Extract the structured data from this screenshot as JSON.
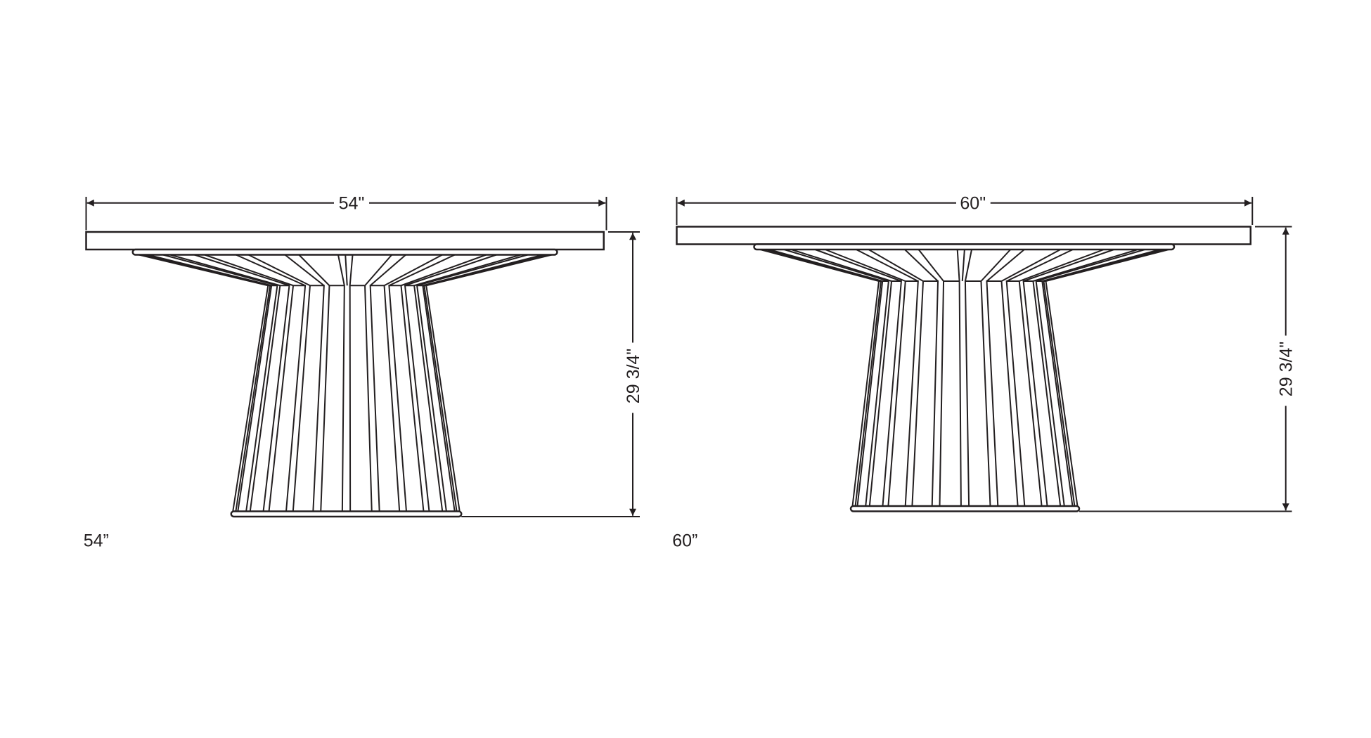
{
  "tables": [
    {
      "width_label": "54\"",
      "height_label": "29 3/4\"",
      "caption": "54”"
    },
    {
      "width_label": "60\"",
      "height_label": "29 3/4\"",
      "caption": "60”"
    }
  ],
  "line_color": "#231f20"
}
